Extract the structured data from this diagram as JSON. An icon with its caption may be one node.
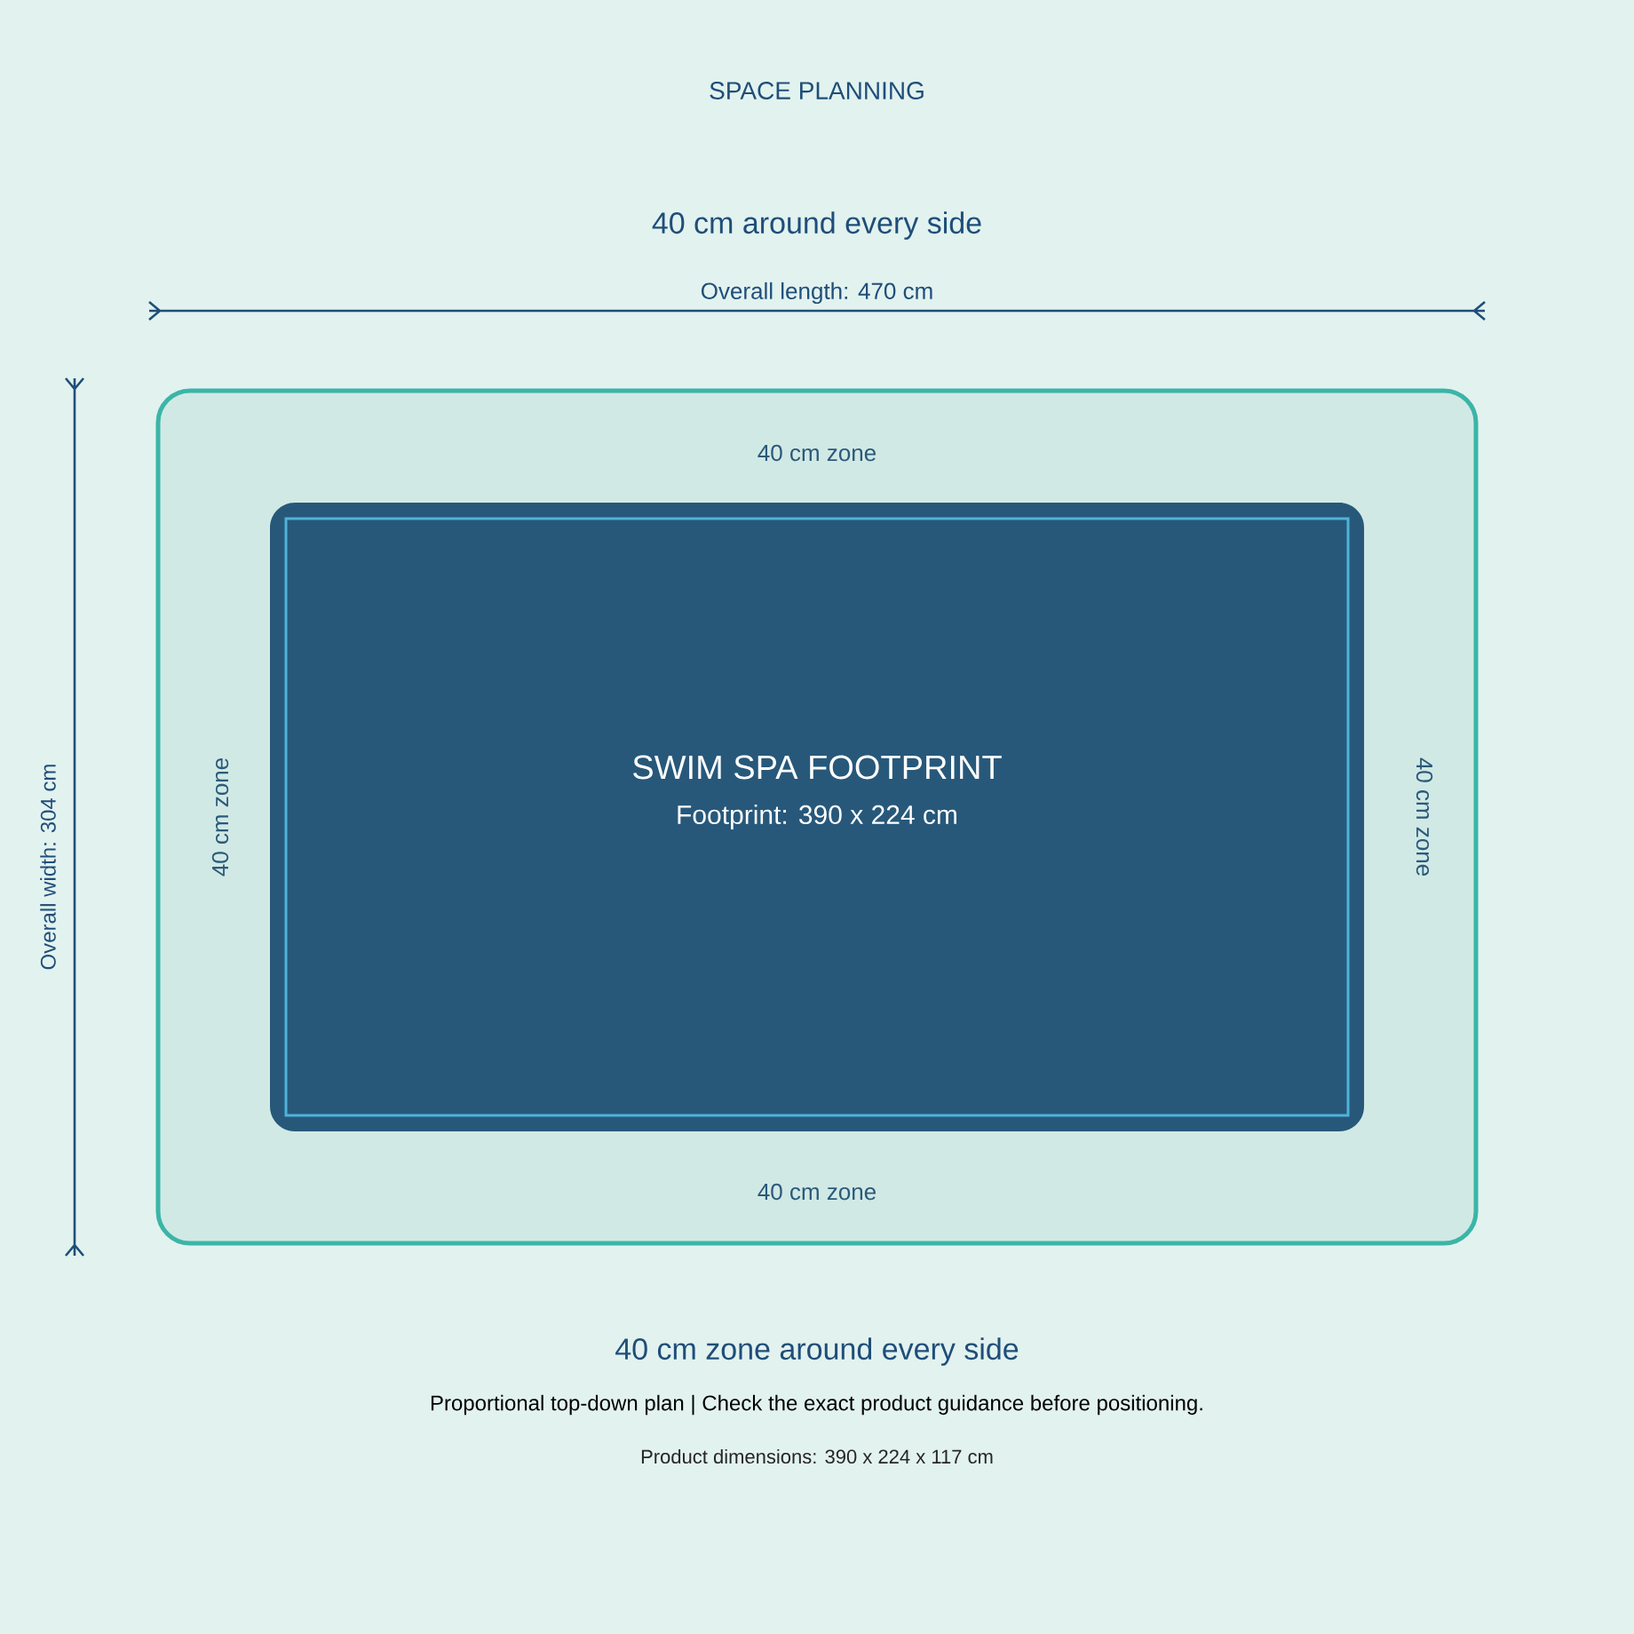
{
  "diagram": {
    "title": "SPACE PLANNING",
    "nodes": [
      {
        "text": [
          "40 cm zone",
          "40 cm zone",
          "40 cm zone",
          "40 cm zone"
        ]
      },
      {
        "text": [
          "SWIM SPA FOOTPRINT",
          "Footprint: 390 x 224 cm"
        ],
        "in": 0
      }
    ],
    "labels": [
      "40 cm around every side",
      "Overall length: 470 cm",
      "Overall width: 304 cm",
      "40 cm zone around every side",
      "Proportional top-down plan | Check the exact product guidance before positioning.",
      "Product dimensions: 390 x 224 x 117 cm"
    ]
  }
}
